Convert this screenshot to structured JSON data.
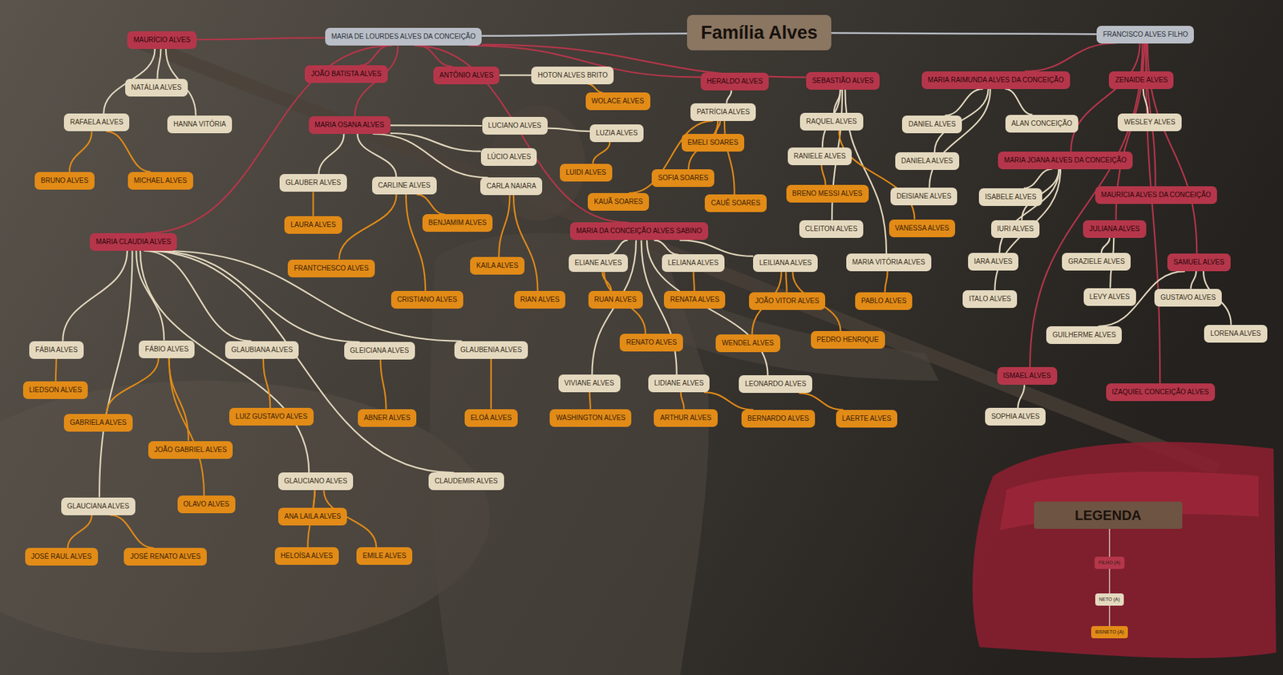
{
  "diagram": {
    "nodes": [
      {
        "text": [
          "Família Alves"
        ]
      },
      {
        "text": [
          "MARIA DE LOURDES ALVES DA CONCEIÇÃO"
        ]
      },
      {
        "text": [
          "FRANCISCO ALVES FILHO"
        ]
      },
      {
        "text": [
          "MAURÍCIO ALVES"
        ]
      },
      {
        "text": [
          "NATÁLIA ALVES"
        ]
      },
      {
        "text": [
          "HANNA VITÓRIA"
        ]
      },
      {
        "text": [
          "RAFAELA ALVES"
        ]
      },
      {
        "text": [
          "BRUNO ALVES"
        ]
      },
      {
        "text": [
          "MICHAEL ALVES"
        ]
      },
      {
        "text": [
          "JOÃO BATISTA ALVES"
        ]
      },
      {
        "text": [
          "ANTÔNIO ALVES"
        ]
      },
      {
        "text": [
          "HOTON ALVES BRITO"
        ]
      },
      {
        "text": [
          "WOLACE ALVES"
        ]
      },
      {
        "text": [
          "MARIA OSANA ALVES"
        ]
      },
      {
        "text": [
          "LUCIANO ALVES"
        ]
      },
      {
        "text": [
          "LÚCIO ALVES"
        ]
      },
      {
        "text": [
          "CARLA NAIARA"
        ]
      },
      {
        "text": [
          "LUZIA ALVES"
        ]
      },
      {
        "text": [
          "LUIDI ALVES"
        ]
      },
      {
        "text": [
          "GLAUBER ALVES"
        ]
      },
      {
        "text": [
          "LAURA ALVES"
        ]
      },
      {
        "text": [
          "CARLINE ALVES"
        ]
      },
      {
        "text": [
          "BENJAMIM ALVES"
        ]
      },
      {
        "text": [
          "FRANTCHESCO ALVES"
        ]
      },
      {
        "text": [
          "CRISTIANO ALVES"
        ]
      },
      {
        "text": [
          "KAILA ALVES"
        ]
      },
      {
        "text": [
          "RIAN ALVES"
        ]
      },
      {
        "text": [
          "MARIA CLAUDIA ALVES"
        ]
      },
      {
        "text": [
          "FÁBIA ALVES"
        ]
      },
      {
        "text": [
          "LIEDSON ALVES"
        ]
      },
      {
        "text": [
          "FÁBIO ALVES"
        ]
      },
      {
        "text": [
          "GABRIELA ALVES"
        ]
      },
      {
        "text": [
          "JOÃO GABRIEL ALVES"
        ]
      },
      {
        "text": [
          "OLAVO ALVES"
        ]
      },
      {
        "text": [
          "GLAUCIANA ALVES"
        ]
      },
      {
        "text": [
          "JOSÉ RAUL ALVES"
        ]
      },
      {
        "text": [
          "JOSÉ RENATO ALVES"
        ]
      },
      {
        "text": [
          "GLAUBIANA ALVES"
        ]
      },
      {
        "text": [
          "LUIZ GUSTAVO ALVES"
        ]
      },
      {
        "text": [
          "GLEICIANA ALVES"
        ]
      },
      {
        "text": [
          "ABNER ALVES"
        ]
      },
      {
        "text": [
          "GLAUBENIA ALVES"
        ]
      },
      {
        "text": [
          "ELOÁ ALVES"
        ]
      },
      {
        "text": [
          "GLAUCIANO ALVES"
        ]
      },
      {
        "text": [
          "ANA LAILA ALVES"
        ]
      },
      {
        "text": [
          "HELOÍSA ALVES"
        ]
      },
      {
        "text": [
          "EMILE ALVES"
        ]
      },
      {
        "text": [
          "CLAUDEMIR ALVES"
        ]
      },
      {
        "text": [
          "HERALDO ALVES"
        ]
      },
      {
        "text": [
          "SEBASTIÃO ALVES"
        ]
      },
      {
        "text": [
          "PATRÍCIA ALVES"
        ]
      },
      {
        "text": [
          "EMELI SOARES"
        ]
      },
      {
        "text": [
          "SOFIA SOARES"
        ]
      },
      {
        "text": [
          "KAUÃ SOARES"
        ]
      },
      {
        "text": [
          "CAUÊ SOARES"
        ]
      },
      {
        "text": [
          "MARIA DA CONCEIÇÃO ALVES SABINO"
        ]
      },
      {
        "text": [
          "ELIANE ALVES"
        ]
      },
      {
        "text": [
          "LELIANA ALVES"
        ]
      },
      {
        "text": [
          "LEILIANA ALVES"
        ]
      },
      {
        "text": [
          "RUAN ALVES"
        ]
      },
      {
        "text": [
          "RENATA ALVES"
        ]
      },
      {
        "text": [
          "JOÃO VITOR ALVES"
        ]
      },
      {
        "text": [
          "RENATO ALVES"
        ]
      },
      {
        "text": [
          "WENDEL ALVES"
        ]
      },
      {
        "text": [
          "PEDRO HENRIQUE"
        ]
      },
      {
        "text": [
          "VIVIANE ALVES"
        ]
      },
      {
        "text": [
          "LIDIANE ALVES"
        ]
      },
      {
        "text": [
          "LEONARDO ALVES"
        ]
      },
      {
        "text": [
          "WASHINGTON ALVES"
        ]
      },
      {
        "text": [
          "ARTHUR ALVES"
        ]
      },
      {
        "text": [
          "BERNARDO ALVES"
        ]
      },
      {
        "text": [
          "LAERTE ALVES"
        ]
      },
      {
        "text": [
          "RAQUEL ALVES"
        ]
      },
      {
        "text": [
          "RANIELE ALVES"
        ]
      },
      {
        "text": [
          "BRENO MESSI ALVES"
        ]
      },
      {
        "text": [
          "CLEITON ALVES"
        ]
      },
      {
        "text": [
          "MARIA VITÓRIA ALVES"
        ]
      },
      {
        "text": [
          "VANESSA ALVES"
        ]
      },
      {
        "text": [
          "PABLO ALVES"
        ]
      },
      {
        "text": [
          "MARIA RAIMUNDA ALVES DA CONCEIÇÃO"
        ]
      },
      {
        "text": [
          "ZENAIDE ALVES"
        ]
      },
      {
        "text": [
          "DANIEL ALVES"
        ]
      },
      {
        "text": [
          "ALAN CONCEIÇÃO"
        ]
      },
      {
        "text": [
          "DANIELA ALVES"
        ]
      },
      {
        "text": [
          "DEISIANE ALVES"
        ]
      },
      {
        "text": [
          "MARIA JOANA ALVES DA CONCEIÇÃO"
        ]
      },
      {
        "text": [
          "ISABELE ALVES"
        ]
      },
      {
        "text": [
          "IURI ALVES"
        ]
      },
      {
        "text": [
          "IARA ALVES"
        ]
      },
      {
        "text": [
          "ITALO ALVES"
        ]
      },
      {
        "text": [
          "WESLEY ALVES"
        ]
      },
      {
        "text": [
          "MAURÍCIA ALVES DA CONCEIÇÃO"
        ]
      },
      {
        "text": [
          "JULIANA ALVES"
        ]
      },
      {
        "text": [
          "GRAZIELE ALVES"
        ]
      },
      {
        "text": [
          "LEVY ALVES"
        ]
      },
      {
        "text": [
          "SAMUEL ALVES"
        ]
      },
      {
        "text": [
          "GUSTAVO ALVES"
        ]
      },
      {
        "text": [
          "GUILHERME ALVES"
        ]
      },
      {
        "text": [
          "LORENA ALVES"
        ]
      },
      {
        "text": [
          "ISMAEL ALVES"
        ]
      },
      {
        "text": [
          "SOPHIA ALVES"
        ]
      },
      {
        "text": [
          "IZAQUIEL CONCEIÇÃO ALVES"
        ]
      }
    ],
    "edges": [
      {
        "from": 0,
        "to": 1,
        "arrow": "none"
      },
      {
        "from": 0,
        "to": 2,
        "arrow": "none"
      },
      {
        "from": 1,
        "to": 3,
        "arrow": "none"
      },
      {
        "from": 1,
        "to": 9,
        "arrow": "none"
      },
      {
        "from": 1,
        "to": 10,
        "arrow": "none"
      },
      {
        "from": 1,
        "to": 13,
        "arrow": "none"
      },
      {
        "from": 1,
        "to": 27,
        "arrow": "none"
      },
      {
        "from": 1,
        "to": 55,
        "arrow": "none"
      },
      {
        "from": 1,
        "to": 48,
        "arrow": "none"
      },
      {
        "from": 1,
        "to": 49,
        "arrow": "none"
      },
      {
        "from": 2,
        "to": 79,
        "arrow": "none"
      },
      {
        "from": 2,
        "to": 80,
        "arrow": "none"
      },
      {
        "from": 2,
        "to": 85,
        "arrow": "none"
      },
      {
        "from": 2,
        "to": 91,
        "arrow": "none"
      },
      {
        "from": 2,
        "to": 92,
        "arrow": "none"
      },
      {
        "from": 2,
        "to": 95,
        "arrow": "none"
      },
      {
        "from": 2,
        "to": 99,
        "arrow": "none"
      },
      {
        "from": 2,
        "to": 101,
        "arrow": "none"
      },
      {
        "from": 3,
        "to": 4,
        "arrow": "none"
      },
      {
        "from": 3,
        "to": 5,
        "arrow": "none"
      },
      {
        "from": 3,
        "to": 6,
        "arrow": "none"
      },
      {
        "from": 6,
        "to": 7,
        "arrow": "none"
      },
      {
        "from": 6,
        "to": 8,
        "arrow": "none"
      },
      {
        "from": 10,
        "to": 11,
        "arrow": "none"
      },
      {
        "from": 11,
        "to": 12,
        "arrow": "none"
      },
      {
        "from": 13,
        "to": 14,
        "arrow": "none"
      },
      {
        "from": 13,
        "to": 15,
        "arrow": "none"
      },
      {
        "from": 13,
        "to": 16,
        "arrow": "none"
      },
      {
        "from": 13,
        "to": 19,
        "arrow": "none"
      },
      {
        "from": 13,
        "to": 21,
        "arrow": "none"
      },
      {
        "from": 14,
        "to": 17,
        "arrow": "none"
      },
      {
        "from": 17,
        "to": 18,
        "arrow": "none"
      },
      {
        "from": 19,
        "to": 20,
        "arrow": "none"
      },
      {
        "from": 21,
        "to": 22,
        "arrow": "none"
      },
      {
        "from": 21,
        "to": 23,
        "arrow": "none"
      },
      {
        "from": 21,
        "to": 24,
        "arrow": "none"
      },
      {
        "from": 16,
        "to": 25,
        "arrow": "none"
      },
      {
        "from": 16,
        "to": 26,
        "arrow": "none"
      },
      {
        "from": 27,
        "to": 28,
        "arrow": "none"
      },
      {
        "from": 27,
        "to": 30,
        "arrow": "none"
      },
      {
        "from": 27,
        "to": 34,
        "arrow": "none"
      },
      {
        "from": 27,
        "to": 37,
        "arrow": "none"
      },
      {
        "from": 27,
        "to": 39,
        "arrow": "none"
      },
      {
        "from": 27,
        "to": 41,
        "arrow": "none"
      },
      {
        "from": 27,
        "to": 43,
        "arrow": "none"
      },
      {
        "from": 27,
        "to": 47,
        "arrow": "none"
      },
      {
        "from": 28,
        "to": 29,
        "arrow": "none"
      },
      {
        "from": 30,
        "to": 31,
        "arrow": "none"
      },
      {
        "from": 30,
        "to": 32,
        "arrow": "none"
      },
      {
        "from": 30,
        "to": 33,
        "arrow": "none"
      },
      {
        "from": 34,
        "to": 35,
        "arrow": "none"
      },
      {
        "from": 34,
        "to": 36,
        "arrow": "none"
      },
      {
        "from": 37,
        "to": 38,
        "arrow": "none"
      },
      {
        "from": 39,
        "to": 40,
        "arrow": "none"
      },
      {
        "from": 41,
        "to": 42,
        "arrow": "none"
      },
      {
        "from": 43,
        "to": 44,
        "arrow": "none"
      },
      {
        "from": 43,
        "to": 45,
        "arrow": "none"
      },
      {
        "from": 43,
        "to": 46,
        "arrow": "none"
      },
      {
        "from": 48,
        "to": 50,
        "arrow": "none"
      },
      {
        "from": 50,
        "to": 51,
        "arrow": "none"
      },
      {
        "from": 50,
        "to": 52,
        "arrow": "none"
      },
      {
        "from": 50,
        "to": 53,
        "arrow": "none"
      },
      {
        "from": 50,
        "to": 54,
        "arrow": "none"
      },
      {
        "from": 55,
        "to": 56,
        "arrow": "none"
      },
      {
        "from": 55,
        "to": 57,
        "arrow": "none"
      },
      {
        "from": 55,
        "to": 58,
        "arrow": "none"
      },
      {
        "from": 55,
        "to": 65,
        "arrow": "none"
      },
      {
        "from": 55,
        "to": 66,
        "arrow": "none"
      },
      {
        "from": 55,
        "to": 67,
        "arrow": "none"
      },
      {
        "from": 56,
        "to": 59,
        "arrow": "none"
      },
      {
        "from": 56,
        "to": 62,
        "arrow": "none"
      },
      {
        "from": 57,
        "to": 60,
        "arrow": "none"
      },
      {
        "from": 58,
        "to": 61,
        "arrow": "none"
      },
      {
        "from": 58,
        "to": 63,
        "arrow": "none"
      },
      {
        "from": 58,
        "to": 64,
        "arrow": "none"
      },
      {
        "from": 65,
        "to": 68,
        "arrow": "none"
      },
      {
        "from": 66,
        "to": 69,
        "arrow": "none"
      },
      {
        "from": 66,
        "to": 70,
        "arrow": "none"
      },
      {
        "from": 67,
        "to": 71,
        "arrow": "none"
      },
      {
        "from": 49,
        "to": 72,
        "arrow": "none"
      },
      {
        "from": 49,
        "to": 73,
        "arrow": "none"
      },
      {
        "from": 49,
        "to": 75,
        "arrow": "none"
      },
      {
        "from": 49,
        "to": 76,
        "arrow": "none"
      },
      {
        "from": 73,
        "to": 74,
        "arrow": "none"
      },
      {
        "from": 72,
        "to": 77,
        "arrow": "none"
      },
      {
        "from": 76,
        "to": 78,
        "arrow": "none"
      },
      {
        "from": 79,
        "to": 81,
        "arrow": "none"
      },
      {
        "from": 79,
        "to": 82,
        "arrow": "none"
      },
      {
        "from": 79,
        "to": 83,
        "arrow": "none"
      },
      {
        "from": 79,
        "to": 84,
        "arrow": "none"
      },
      {
        "from": 85,
        "to": 86,
        "arrow": "none"
      },
      {
        "from": 85,
        "to": 87,
        "arrow": "none"
      },
      {
        "from": 85,
        "to": 88,
        "arrow": "none"
      },
      {
        "from": 85,
        "to": 89,
        "arrow": "none"
      },
      {
        "from": 80,
        "to": 90,
        "arrow": "none"
      },
      {
        "from": 92,
        "to": 93,
        "arrow": "none"
      },
      {
        "from": 92,
        "to": 94,
        "arrow": "none"
      },
      {
        "from": 95,
        "to": 96,
        "arrow": "none"
      },
      {
        "from": 95,
        "to": 97,
        "arrow": "none"
      },
      {
        "from": 95,
        "to": 98,
        "arrow": "none"
      },
      {
        "from": 99,
        "to": 100,
        "arrow": "none"
      }
    ],
    "labels": [
      "LEGENDA"
    ],
    "legend": [
      {
        "text": "FILHO (A)",
        "color": "#b5364a"
      },
      {
        "text": "NETO (A)",
        "color": "#e4d9bf"
      },
      {
        "text": "BISNETO (A)",
        "color": "#e28b17"
      }
    ]
  }
}
